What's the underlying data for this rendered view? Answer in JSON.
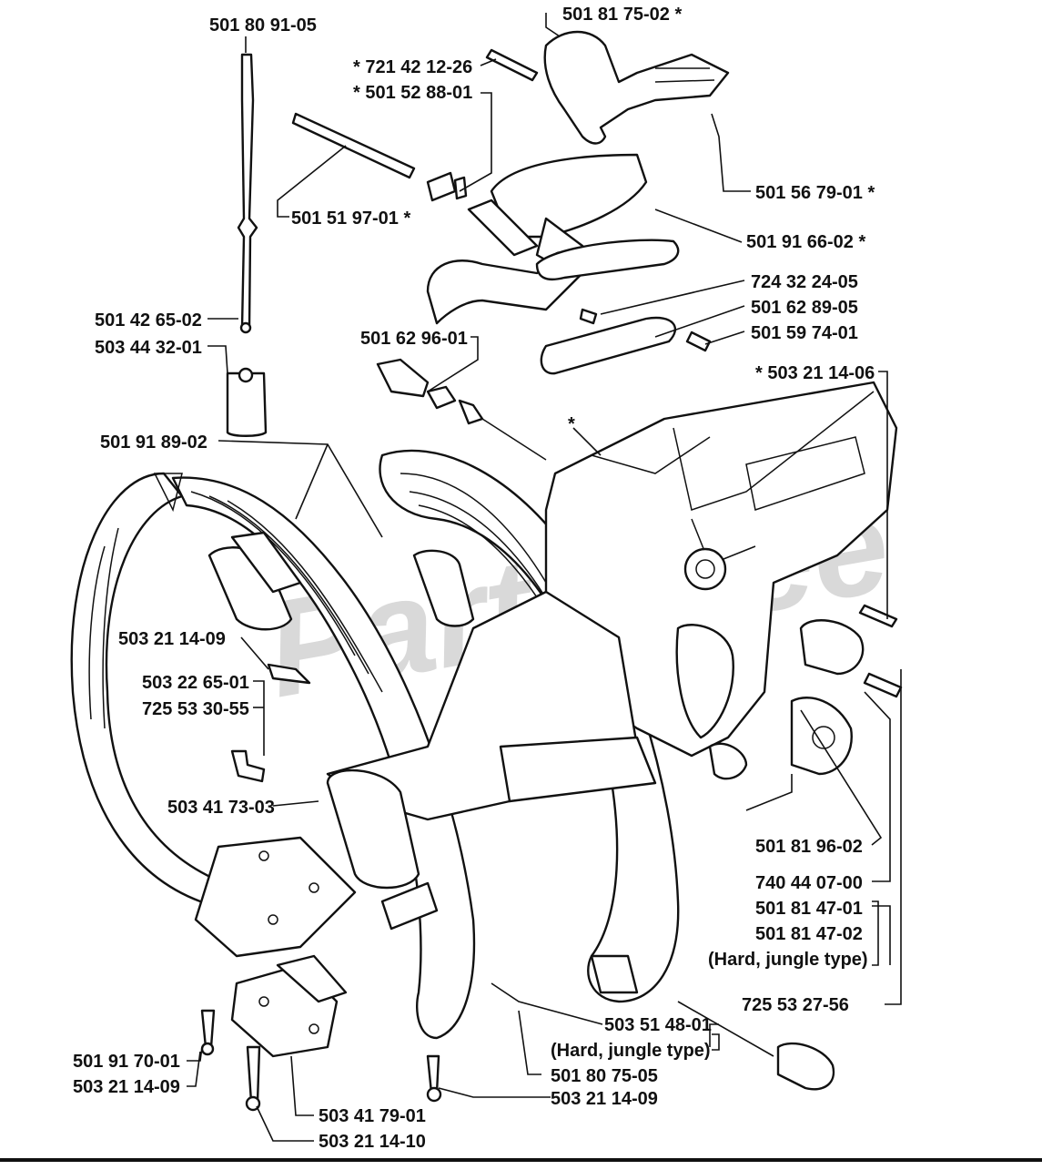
{
  "diagram": {
    "watermark": "PartsTree",
    "labels": {
      "l01": "501 80 91-05",
      "l02": "501 81 75-02  *",
      "l03": "*  721 42 12-26",
      "l04": "*  501 52 88-01",
      "l05": "501 56 79-01  *",
      "l06": "501 51 97-01  *",
      "l07": "501 91 66-02  *",
      "l08": "724 32 24-05",
      "l09": "501 62 89-05",
      "l10": "501 59 74-01",
      "l11": "501 42 65-02",
      "l12": "503 44 32-01",
      "l13": "501 62 96-01",
      "l14": "*  503 21 14-06",
      "l15": "*",
      "l16": "501 91 89-02",
      "l17": "503 21 14-09",
      "l18": "503 22 65-01",
      "l19": "725 53 30-55",
      "l20": "503 41 73-03",
      "l21": "501 81 96-02",
      "l22": "740 44 07-00",
      "l23": "501 81 47-01",
      "l24": "501 81 47-02",
      "l25": "(Hard, jungle type)",
      "l26": "725 53 27-56",
      "l27": "503 51 48-01",
      "l28": "(Hard, jungle type)",
      "l29": "501 80 75-05",
      "l30": "503 21 14-09",
      "l31": "501 91 70-01",
      "l32": "503 21 14-09",
      "l33": "503 41 79-01",
      "l34": "503 21 14-10"
    }
  }
}
